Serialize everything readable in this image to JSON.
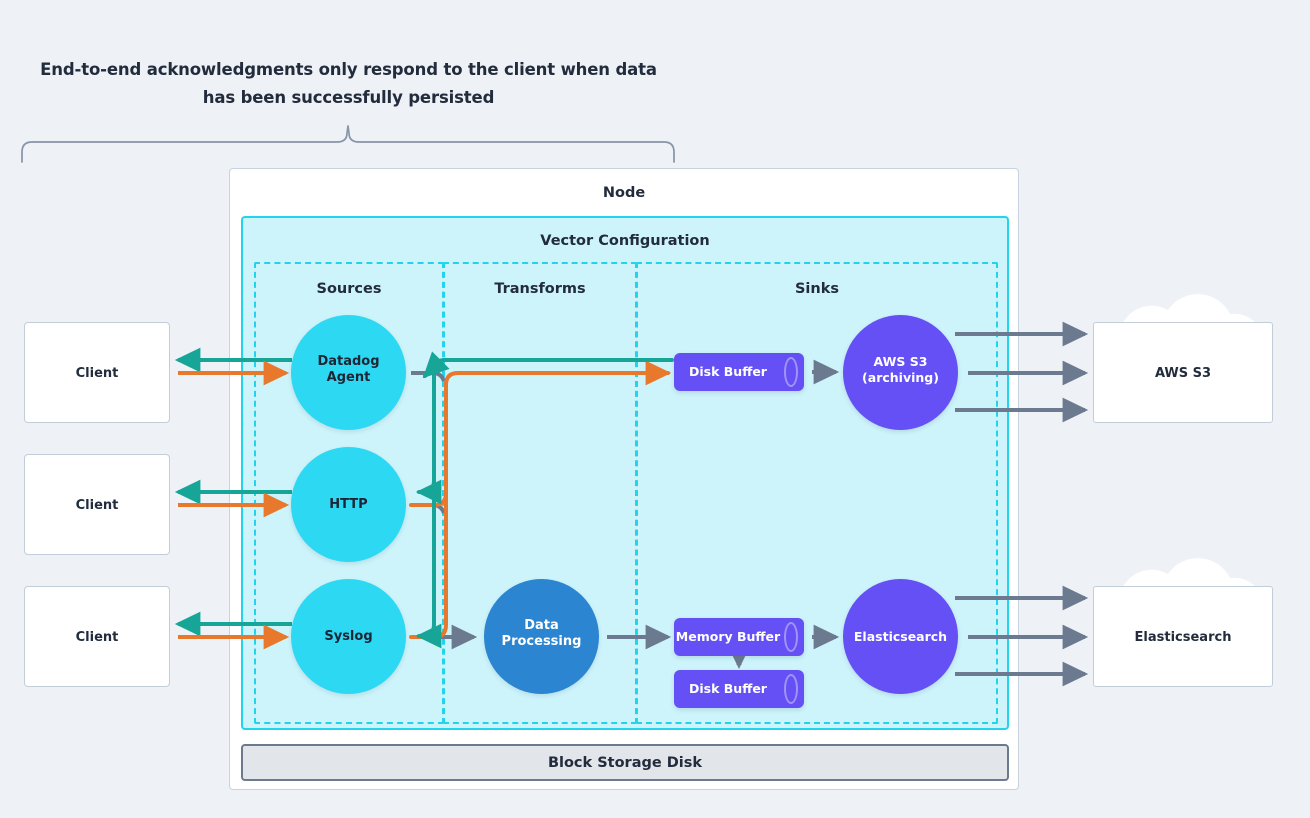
{
  "headline": "End-to-end acknowledgments only respond to the client when data has been successfully persisted",
  "node": {
    "title": "Node",
    "config_title": "Vector Configuration",
    "block_storage_label": "Block Storage Disk"
  },
  "lanes": [
    {
      "id": "sources",
      "title": "Sources"
    },
    {
      "id": "transforms",
      "title": "Transforms"
    },
    {
      "id": "sinks",
      "title": "Sinks"
    }
  ],
  "clients": [
    {
      "label": "Client"
    },
    {
      "label": "Client"
    },
    {
      "label": "Client"
    }
  ],
  "sources": [
    {
      "label": "Datadog\nAgent",
      "line1": "Datadog",
      "line2": "Agent"
    },
    {
      "label": "HTTP",
      "line1": "HTTP",
      "line2": ""
    },
    {
      "label": "Syslog",
      "line1": "Syslog",
      "line2": ""
    }
  ],
  "transforms": [
    {
      "line1": "Data",
      "line2": "Processing"
    }
  ],
  "buffers": [
    {
      "id": "s3-disk",
      "label": "Disk Buffer"
    },
    {
      "id": "es-memory",
      "label": "Memory Buffer"
    },
    {
      "id": "es-disk",
      "label": "Disk Buffer"
    }
  ],
  "sinks": [
    {
      "line1": "AWS S3",
      "line2": "(archiving)"
    },
    {
      "line1": "Elasticsearch",
      "line2": ""
    }
  ],
  "destinations": [
    {
      "label": "AWS S3"
    },
    {
      "label": "Elasticsearch"
    }
  ],
  "colors": {
    "page_background": "#eef2f6",
    "text_dark": "#232c3d",
    "source_cyan": "#2cd8f2",
    "transform_blue": "#2b85d1",
    "sink_purple": "#6550f5",
    "config_fill": "#cdf4fb",
    "config_border": "#22d3ee",
    "ack_teal": "#16a596",
    "data_orange": "#e8792c",
    "flow_gray": "#6b7a8f",
    "block_storage_fill": "#e2e6ea",
    "cloud_white": "#ffffff",
    "box_border": "#c3cdd8"
  },
  "legend_semantics": {
    "teal_arrow": "acknowledgment returned to client",
    "orange_arrow": "incoming data from client to sink buffer",
    "gray_arrow": "internal pipeline flow"
  }
}
